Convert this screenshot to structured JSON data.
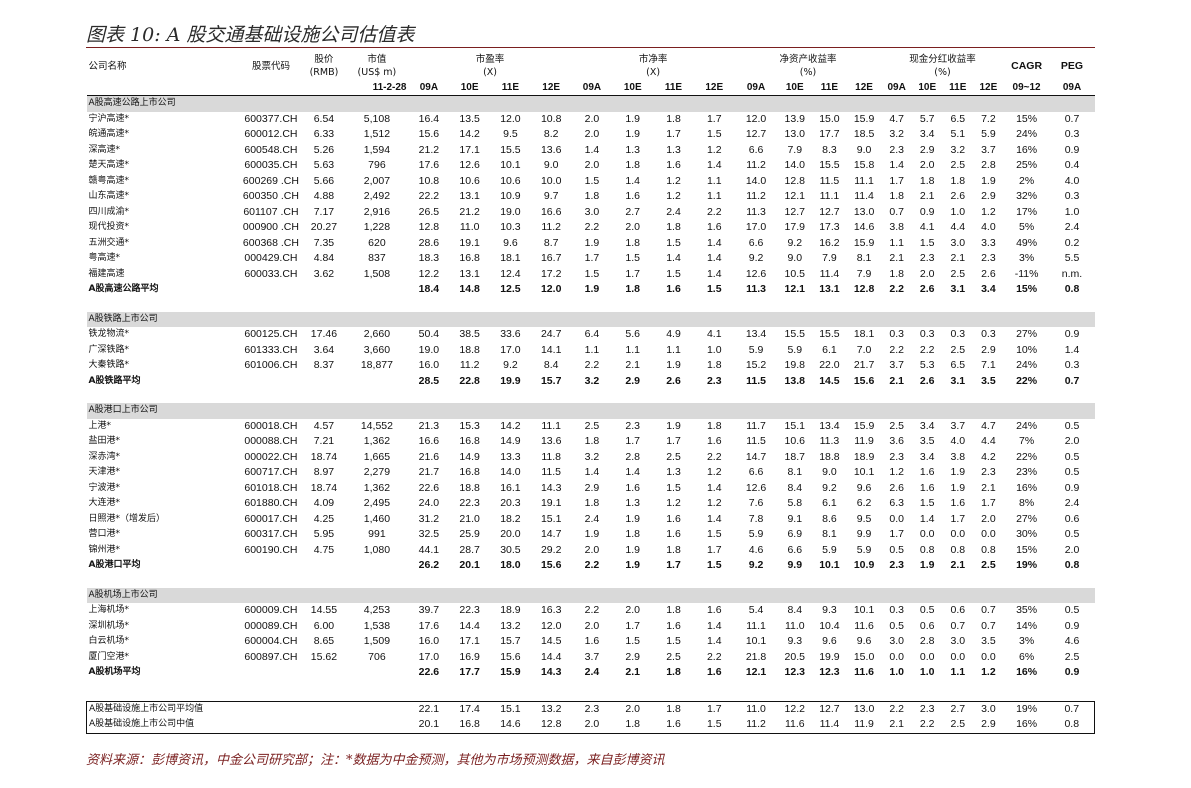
{
  "title": "图表 10: A 股交通基础设施公司估值表",
  "footer": "资料来源：彭博资讯，中金公司研究部；注：*数据为中金预测，其他为市场预测数据，来自彭博资讯",
  "header": {
    "company_name": "公司名称",
    "stock_code": "股票代码",
    "price": [
      "股价",
      "(RMB)"
    ],
    "mktcap": [
      "市值",
      "(US$ m)"
    ],
    "pe": [
      "市盈率",
      "(X)"
    ],
    "pb": [
      "市净率",
      "(X)"
    ],
    "roe": [
      "净资产收益率",
      "(%)"
    ],
    "div": [
      "现金分红收益率",
      "(%)"
    ],
    "cagr": "CAGR",
    "peg": "PEG",
    "date": "11-2-28",
    "years": [
      "09A",
      "10E",
      "11E",
      "12E",
      "09A",
      "10E",
      "11E",
      "12E",
      "09A",
      "10E",
      "11E",
      "12E",
      "09A",
      "10E",
      "11E",
      "12E",
      "09~12",
      "09A"
    ]
  },
  "sections": [
    {
      "name": "A股高速公路上市公司",
      "rows": [
        [
          "宁沪高速*",
          "600377.CH",
          "6.54",
          "5,108",
          "16.4",
          "13.5",
          "12.0",
          "10.8",
          "2.0",
          "1.9",
          "1.8",
          "1.7",
          "12.0",
          "13.9",
          "15.0",
          "15.9",
          "4.7",
          "5.7",
          "6.5",
          "7.2",
          "15%",
          "0.7"
        ],
        [
          "皖通高速*",
          "600012.CH",
          "6.33",
          "1,512",
          "15.6",
          "14.2",
          "9.5",
          "8.2",
          "2.0",
          "1.9",
          "1.7",
          "1.5",
          "12.7",
          "13.0",
          "17.7",
          "18.5",
          "3.2",
          "3.4",
          "5.1",
          "5.9",
          "24%",
          "0.3"
        ],
        [
          "深高速*",
          "600548.CH",
          "5.26",
          "1,594",
          "21.2",
          "17.1",
          "15.5",
          "13.6",
          "1.4",
          "1.3",
          "1.3",
          "1.2",
          "6.6",
          "7.9",
          "8.3",
          "9.0",
          "2.3",
          "2.9",
          "3.2",
          "3.7",
          "16%",
          "0.9"
        ],
        [
          "楚天高速*",
          "600035.CH",
          "5.63",
          "796",
          "17.6",
          "12.6",
          "10.1",
          "9.0",
          "2.0",
          "1.8",
          "1.6",
          "1.4",
          "11.2",
          "14.0",
          "15.5",
          "15.8",
          "1.4",
          "2.0",
          "2.5",
          "2.8",
          "25%",
          "0.4"
        ],
        [
          "赣粤高速*",
          "600269 .CH",
          "5.66",
          "2,007",
          "10.8",
          "10.6",
          "10.6",
          "10.0",
          "1.5",
          "1.4",
          "1.2",
          "1.1",
          "14.0",
          "12.8",
          "11.5",
          "11.1",
          "1.7",
          "1.8",
          "1.8",
          "1.9",
          "2%",
          "4.0"
        ],
        [
          "山东高速*",
          "600350 .CH",
          "4.88",
          "2,492",
          "22.2",
          "13.1",
          "10.9",
          "9.7",
          "1.8",
          "1.6",
          "1.2",
          "1.1",
          "11.2",
          "12.1",
          "11.1",
          "11.4",
          "1.8",
          "2.1",
          "2.6",
          "2.9",
          "32%",
          "0.3"
        ],
        [
          "四川成渝*",
          "601107 .CH",
          "7.17",
          "2,916",
          "26.5",
          "21.2",
          "19.0",
          "16.6",
          "3.0",
          "2.7",
          "2.4",
          "2.2",
          "11.3",
          "12.7",
          "12.7",
          "13.0",
          "0.7",
          "0.9",
          "1.0",
          "1.2",
          "17%",
          "1.0"
        ],
        [
          "现代投资*",
          "000900 .CH",
          "20.27",
          "1,228",
          "12.8",
          "11.0",
          "10.3",
          "11.2",
          "2.2",
          "2.0",
          "1.8",
          "1.6",
          "17.0",
          "17.9",
          "17.3",
          "14.6",
          "3.8",
          "4.1",
          "4.4",
          "4.0",
          "5%",
          "2.4"
        ],
        [
          "五洲交通*",
          "600368 .CH",
          "7.35",
          "620",
          "28.6",
          "19.1",
          "9.6",
          "8.7",
          "1.9",
          "1.8",
          "1.5",
          "1.4",
          "6.6",
          "9.2",
          "16.2",
          "15.9",
          "1.1",
          "1.5",
          "3.0",
          "3.3",
          "49%",
          "0.2"
        ],
        [
          "粤高速*",
          "000429.CH",
          "4.84",
          "837",
          "18.3",
          "16.8",
          "18.1",
          "16.7",
          "1.7",
          "1.5",
          "1.4",
          "1.4",
          "9.2",
          "9.0",
          "7.9",
          "8.1",
          "2.1",
          "2.3",
          "2.1",
          "2.3",
          "3%",
          "5.5"
        ],
        [
          "福建高速",
          "600033.CH",
          "3.62",
          "1,508",
          "12.2",
          "13.1",
          "12.4",
          "17.2",
          "1.5",
          "1.7",
          "1.5",
          "1.4",
          "12.6",
          "10.5",
          "11.4",
          "7.9",
          "1.8",
          "2.0",
          "2.5",
          "2.6",
          "-11%",
          "n.m."
        ]
      ],
      "avg": [
        "A股高速公路平均",
        "18.4",
        "14.8",
        "12.5",
        "12.0",
        "1.9",
        "1.8",
        "1.6",
        "1.5",
        "11.3",
        "12.1",
        "13.1",
        "12.8",
        "2.2",
        "2.6",
        "3.1",
        "3.4",
        "15%",
        "0.8"
      ]
    },
    {
      "name": "A股铁路上市公司",
      "rows": [
        [
          "铁龙物流*",
          "600125.CH",
          "17.46",
          "2,660",
          "50.4",
          "38.5",
          "33.6",
          "24.7",
          "6.4",
          "5.6",
          "4.9",
          "4.1",
          "13.4",
          "15.5",
          "15.5",
          "18.1",
          "0.3",
          "0.3",
          "0.3",
          "0.3",
          "27%",
          "0.9"
        ],
        [
          "广深铁路*",
          "601333.CH",
          "3.64",
          "3,660",
          "19.0",
          "18.8",
          "17.0",
          "14.1",
          "1.1",
          "1.1",
          "1.1",
          "1.0",
          "5.9",
          "5.9",
          "6.1",
          "7.0",
          "2.2",
          "2.2",
          "2.5",
          "2.9",
          "10%",
          "1.4"
        ],
        [
          "大秦铁路*",
          "601006.CH",
          "8.37",
          "18,877",
          "16.0",
          "11.2",
          "9.2",
          "8.4",
          "2.2",
          "2.1",
          "1.9",
          "1.8",
          "15.2",
          "19.8",
          "22.0",
          "21.7",
          "3.7",
          "5.3",
          "6.5",
          "7.1",
          "24%",
          "0.3"
        ]
      ],
      "avg": [
        "A股铁路平均",
        "28.5",
        "22.8",
        "19.9",
        "15.7",
        "3.2",
        "2.9",
        "2.6",
        "2.3",
        "11.5",
        "13.8",
        "14.5",
        "15.6",
        "2.1",
        "2.6",
        "3.1",
        "3.5",
        "22%",
        "0.7"
      ]
    },
    {
      "name": "A股港口上市公司",
      "rows": [
        [
          "上港*",
          "600018.CH",
          "4.57",
          "14,552",
          "21.3",
          "15.3",
          "14.2",
          "11.1",
          "2.5",
          "2.3",
          "1.9",
          "1.8",
          "11.7",
          "15.1",
          "13.4",
          "15.9",
          "2.5",
          "3.4",
          "3.7",
          "4.7",
          "24%",
          "0.5"
        ],
        [
          "盐田港*",
          "000088.CH",
          "7.21",
          "1,362",
          "16.6",
          "16.8",
          "14.9",
          "13.6",
          "1.8",
          "1.7",
          "1.7",
          "1.6",
          "11.5",
          "10.6",
          "11.3",
          "11.9",
          "3.6",
          "3.5",
          "4.0",
          "4.4",
          "7%",
          "2.0"
        ],
        [
          "深赤湾*",
          "000022.CH",
          "18.74",
          "1,665",
          "21.6",
          "14.9",
          "13.3",
          "11.8",
          "3.2",
          "2.8",
          "2.5",
          "2.2",
          "14.7",
          "18.7",
          "18.8",
          "18.9",
          "2.3",
          "3.4",
          "3.8",
          "4.2",
          "22%",
          "0.5"
        ],
        [
          "天津港*",
          "600717.CH",
          "8.97",
          "2,279",
          "21.7",
          "16.8",
          "14.0",
          "11.5",
          "1.4",
          "1.4",
          "1.3",
          "1.2",
          "6.6",
          "8.1",
          "9.0",
          "10.1",
          "1.2",
          "1.6",
          "1.9",
          "2.3",
          "23%",
          "0.5"
        ],
        [
          "宁波港*",
          "601018.CH",
          "18.74",
          "1,362",
          "22.6",
          "18.8",
          "16.1",
          "14.3",
          "2.9",
          "1.6",
          "1.5",
          "1.4",
          "12.6",
          "8.4",
          "9.2",
          "9.6",
          "2.6",
          "1.6",
          "1.9",
          "2.1",
          "16%",
          "0.9"
        ],
        [
          "大连港*",
          "601880.CH",
          "4.09",
          "2,495",
          "24.0",
          "22.3",
          "20.3",
          "19.1",
          "1.8",
          "1.3",
          "1.2",
          "1.2",
          "7.6",
          "5.8",
          "6.1",
          "6.2",
          "6.3",
          "1.5",
          "1.6",
          "1.7",
          "8%",
          "2.4"
        ],
        [
          "日照港*（增发后）",
          "600017.CH",
          "4.25",
          "1,460",
          "31.2",
          "21.0",
          "18.2",
          "15.1",
          "2.4",
          "1.9",
          "1.6",
          "1.4",
          "7.8",
          "9.1",
          "8.6",
          "9.5",
          "0.0",
          "1.4",
          "1.7",
          "2.0",
          "27%",
          "0.6"
        ],
        [
          "营口港*",
          "600317.CH",
          "5.95",
          "991",
          "32.5",
          "25.9",
          "20.0",
          "14.7",
          "1.9",
          "1.8",
          "1.6",
          "1.5",
          "5.9",
          "6.9",
          "8.1",
          "9.9",
          "1.7",
          "0.0",
          "0.0",
          "0.0",
          "30%",
          "0.5"
        ],
        [
          "锦州港*",
          "600190.CH",
          "4.75",
          "1,080",
          "44.1",
          "28.7",
          "30.5",
          "29.2",
          "2.0",
          "1.9",
          "1.8",
          "1.7",
          "4.6",
          "6.6",
          "5.9",
          "5.9",
          "0.5",
          "0.8",
          "0.8",
          "0.8",
          "15%",
          "2.0"
        ]
      ],
      "avg": [
        "A股港口平均",
        "26.2",
        "20.1",
        "18.0",
        "15.6",
        "2.2",
        "1.9",
        "1.7",
        "1.5",
        "9.2",
        "9.9",
        "10.1",
        "10.9",
        "2.3",
        "1.9",
        "2.1",
        "2.5",
        "19%",
        "0.8"
      ]
    },
    {
      "name": "A股机场上市公司",
      "rows": [
        [
          "上海机场*",
          "600009.CH",
          "14.55",
          "4,253",
          "39.7",
          "22.3",
          "18.9",
          "16.3",
          "2.2",
          "2.0",
          "1.8",
          "1.6",
          "5.4",
          "8.4",
          "9.3",
          "10.1",
          "0.3",
          "0.5",
          "0.6",
          "0.7",
          "35%",
          "0.5"
        ],
        [
          "深圳机场*",
          "000089.CH",
          "6.00",
          "1,538",
          "17.6",
          "14.4",
          "13.2",
          "12.0",
          "2.0",
          "1.7",
          "1.6",
          "1.4",
          "11.1",
          "11.0",
          "10.4",
          "11.6",
          "0.5",
          "0.6",
          "0.7",
          "0.7",
          "14%",
          "0.9"
        ],
        [
          "白云机场*",
          "600004.CH",
          "8.65",
          "1,509",
          "16.0",
          "17.1",
          "15.7",
          "14.5",
          "1.6",
          "1.5",
          "1.5",
          "1.4",
          "10.1",
          "9.3",
          "9.6",
          "9.6",
          "3.0",
          "2.8",
          "3.0",
          "3.5",
          "3%",
          "4.6"
        ],
        [
          "厦门空港*",
          "600897.CH",
          "15.62",
          "706",
          "17.0",
          "16.9",
          "15.6",
          "14.4",
          "3.7",
          "2.9",
          "2.5",
          "2.2",
          "21.8",
          "20.5",
          "19.9",
          "15.0",
          "0.0",
          "0.0",
          "0.0",
          "0.0",
          "6%",
          "2.5"
        ]
      ],
      "avg": [
        "A股机场平均",
        "22.6",
        "17.7",
        "15.9",
        "14.3",
        "2.4",
        "2.1",
        "1.8",
        "1.6",
        "12.1",
        "12.3",
        "12.3",
        "11.6",
        "1.0",
        "1.0",
        "1.1",
        "1.2",
        "16%",
        "0.9"
      ]
    }
  ],
  "final": [
    [
      "A股基础设施上市公司平均值",
      "22.1",
      "17.4",
      "15.1",
      "13.2",
      "2.3",
      "2.0",
      "1.8",
      "1.7",
      "11.0",
      "12.2",
      "12.7",
      "13.0",
      "2.2",
      "2.3",
      "2.7",
      "3.0",
      "19%",
      "0.7"
    ],
    [
      "A股基础设施上市公司中值",
      "20.1",
      "16.8",
      "14.6",
      "12.8",
      "2.0",
      "1.8",
      "1.6",
      "1.5",
      "11.2",
      "11.6",
      "11.4",
      "11.9",
      "2.1",
      "2.2",
      "2.5",
      "2.9",
      "16%",
      "0.8"
    ]
  ]
}
